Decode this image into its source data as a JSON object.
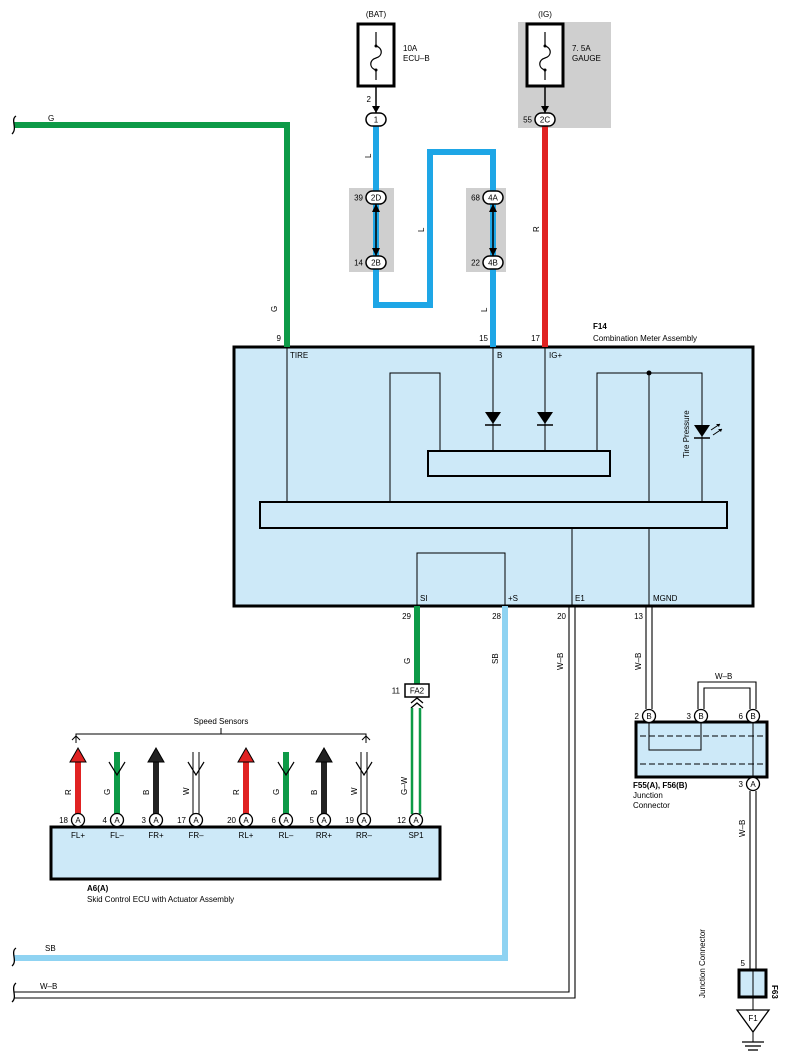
{
  "fuses": {
    "bat": {
      "source": "(BAT)",
      "rating": "10A",
      "name": "ECU–B",
      "pin": "2",
      "connector": "1"
    },
    "ig": {
      "source": "(IG)",
      "rating": "7. 5A",
      "name": "GAUGE",
      "pin": "55",
      "connector": "2C"
    }
  },
  "junctions": {
    "j2d": {
      "pin": "39",
      "connector": "2D"
    },
    "j2b": {
      "pin": "14",
      "connector": "2B"
    },
    "j4a": {
      "pin": "68",
      "connector": "4A"
    },
    "j4b": {
      "pin": "22",
      "connector": "4B"
    }
  },
  "wires": {
    "g": "G",
    "l": "L",
    "r": "R",
    "sb": "SB",
    "wb": "W–B",
    "gw": "G–W"
  },
  "meter": {
    "code": "F14",
    "name": "Combination Meter Assembly",
    "top_pins": [
      {
        "num": "9",
        "label": "TIRE"
      },
      {
        "num": "15",
        "label": "B"
      },
      {
        "num": "17",
        "label": "IG+"
      }
    ],
    "bottom_pins": [
      {
        "num": "29",
        "label": "SI"
      },
      {
        "num": "28",
        "label": "+S"
      },
      {
        "num": "20",
        "label": "E1"
      },
      {
        "num": "13",
        "label": "MGND"
      }
    ],
    "tire_label": "Tire Pressure"
  },
  "fa2": {
    "pin": "11",
    "connector": "FA2"
  },
  "junction_connector": {
    "code": "F55(A), F56(B)",
    "name_line1": "Junction",
    "name_line2": "Connector",
    "pins": [
      {
        "num": "2",
        "letter": "B"
      },
      {
        "num": "3",
        "letter": "B"
      },
      {
        "num": "6",
        "letter": "B"
      },
      {
        "num": "3",
        "letter": "A"
      }
    ]
  },
  "f63": {
    "code": "F63",
    "name": "Junction Connector",
    "pin": "5"
  },
  "ground": {
    "code": "F1"
  },
  "ecu": {
    "code": "A6(A)",
    "name": "Skid Control ECU with Actuator Assembly",
    "speed_sensors_label": "Speed Sensors",
    "pins": [
      {
        "num": "18",
        "letter": "A",
        "label": "FL+",
        "wire": "R"
      },
      {
        "num": "4",
        "letter": "A",
        "label": "FL–",
        "wire": "G"
      },
      {
        "num": "3",
        "letter": "A",
        "label": "FR+",
        "wire": "B"
      },
      {
        "num": "17",
        "letter": "A",
        "label": "FR–",
        "wire": "W"
      },
      {
        "num": "20",
        "letter": "A",
        "label": "RL+",
        "wire": "R"
      },
      {
        "num": "6",
        "letter": "A",
        "label": "RL–",
        "wire": "G"
      },
      {
        "num": "5",
        "letter": "A",
        "label": "RR+",
        "wire": "B"
      },
      {
        "num": "19",
        "letter": "A",
        "label": "RR–",
        "wire": "W"
      },
      {
        "num": "12",
        "letter": "A",
        "label": "SP1",
        "wire": "G–W"
      }
    ]
  },
  "colors": {
    "green": "#0d9a47",
    "blue": "#1ea6e6",
    "red": "#e02222",
    "lightblue": "#8fd3f2",
    "box_fill": "#cde9f8",
    "gray": "#cfcfcf",
    "black": "#222222"
  }
}
